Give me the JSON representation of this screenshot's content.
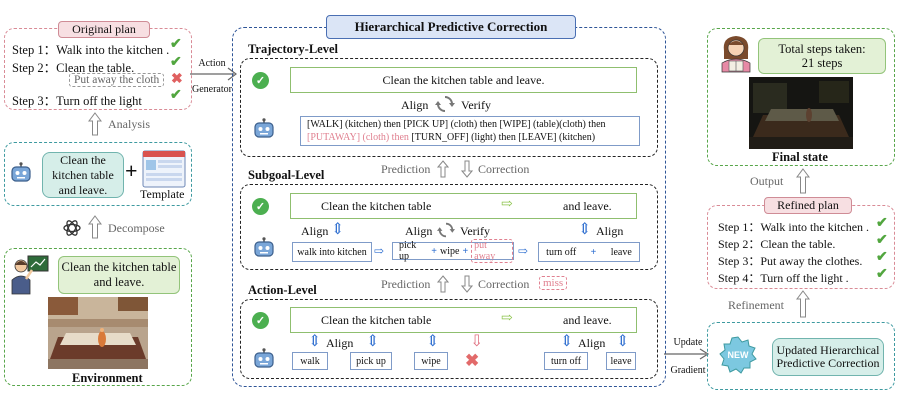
{
  "original_plan": {
    "title": "Original plan",
    "steps": [
      {
        "num": "Step 1：",
        "text": "Walk into the kitchen .",
        "status": "check"
      },
      {
        "num": "Step 2：",
        "text": "Clean the table.",
        "status": "check"
      },
      {
        "num": "",
        "text": "Put away the cloth",
        "status": "cross"
      },
      {
        "num": "Step 3：",
        "text": "Turn off the light",
        "status": "check"
      }
    ]
  },
  "analysis_label": "Analysis",
  "task_text": "Clean the kitchen table and leave.",
  "template_label": "Template",
  "decompose_label": "Decompose",
  "environment": {
    "task": "Clean the kitchen table and leave.",
    "label": "Environment"
  },
  "action_generator": {
    "line1": "Action",
    "line2": "Generator"
  },
  "hpc": {
    "title": "Hierarchical Predictive Correction",
    "trajectory": {
      "label": "Trajectory-Level",
      "goal": "Clean the kitchen table and leave.",
      "align": "Align",
      "verify": "Verify",
      "line1": "[WALK]  (kitchen) then [PICK UP]  (cloth) then [WIPE] (table)(cloth) then",
      "line2_pink": "[PUTAWAY]  (cloth) then",
      "line2_rest": "[TURN_OFF] (light) then [LEAVE] (kitchen)"
    },
    "prediction1": "Prediction",
    "correction1": "Correction",
    "subgoal": {
      "label": "Subgoal-Level",
      "part1": "Clean the kitchen table",
      "part2": "and leave.",
      "align_left": "Align",
      "align_mid": "Align",
      "verify": "Verify",
      "align_right": "Align",
      "sub1": "walk into kitchen",
      "sub2a": "pick up",
      "sub2b": "wipe",
      "sub2c": "put away",
      "sub3a": "turn off",
      "sub3b": "leave"
    },
    "prediction2": "Prediction",
    "correction2": "Correction",
    "miss": "miss",
    "action": {
      "label": "Action-Level",
      "part1": "Clean the kitchen table",
      "part2": "and leave.",
      "align_left": "Align",
      "align_right": "Align",
      "acts": [
        "walk",
        "pick up",
        "wipe",
        "turn off",
        "leave"
      ]
    }
  },
  "update_gradient": {
    "line1": "Update",
    "line2": "Gradient"
  },
  "updated_box": {
    "badge": "NEW",
    "line1": "Updated Hierarchical",
    "line2": "Predictive Correction"
  },
  "refinement_label": "Refinement",
  "refined_plan": {
    "title": "Refined plan",
    "steps": [
      {
        "num": "Step 1：",
        "text": "Walk into the kitchen ."
      },
      {
        "num": "Step 2：",
        "text": "Clean the table."
      },
      {
        "num": "Step 3：",
        "text": "Put away the clothes."
      },
      {
        "num": "Step 4：",
        "text": "Turn off the light ."
      }
    ]
  },
  "output_label": "Output",
  "total_steps": {
    "line1": "Total steps taken:",
    "line2": "21 steps"
  },
  "final_state_label": "Final state",
  "colors": {
    "green": "#52a63f",
    "blue": "#2f5597",
    "pink": "#e08090",
    "teal": "#3e9aa0"
  }
}
